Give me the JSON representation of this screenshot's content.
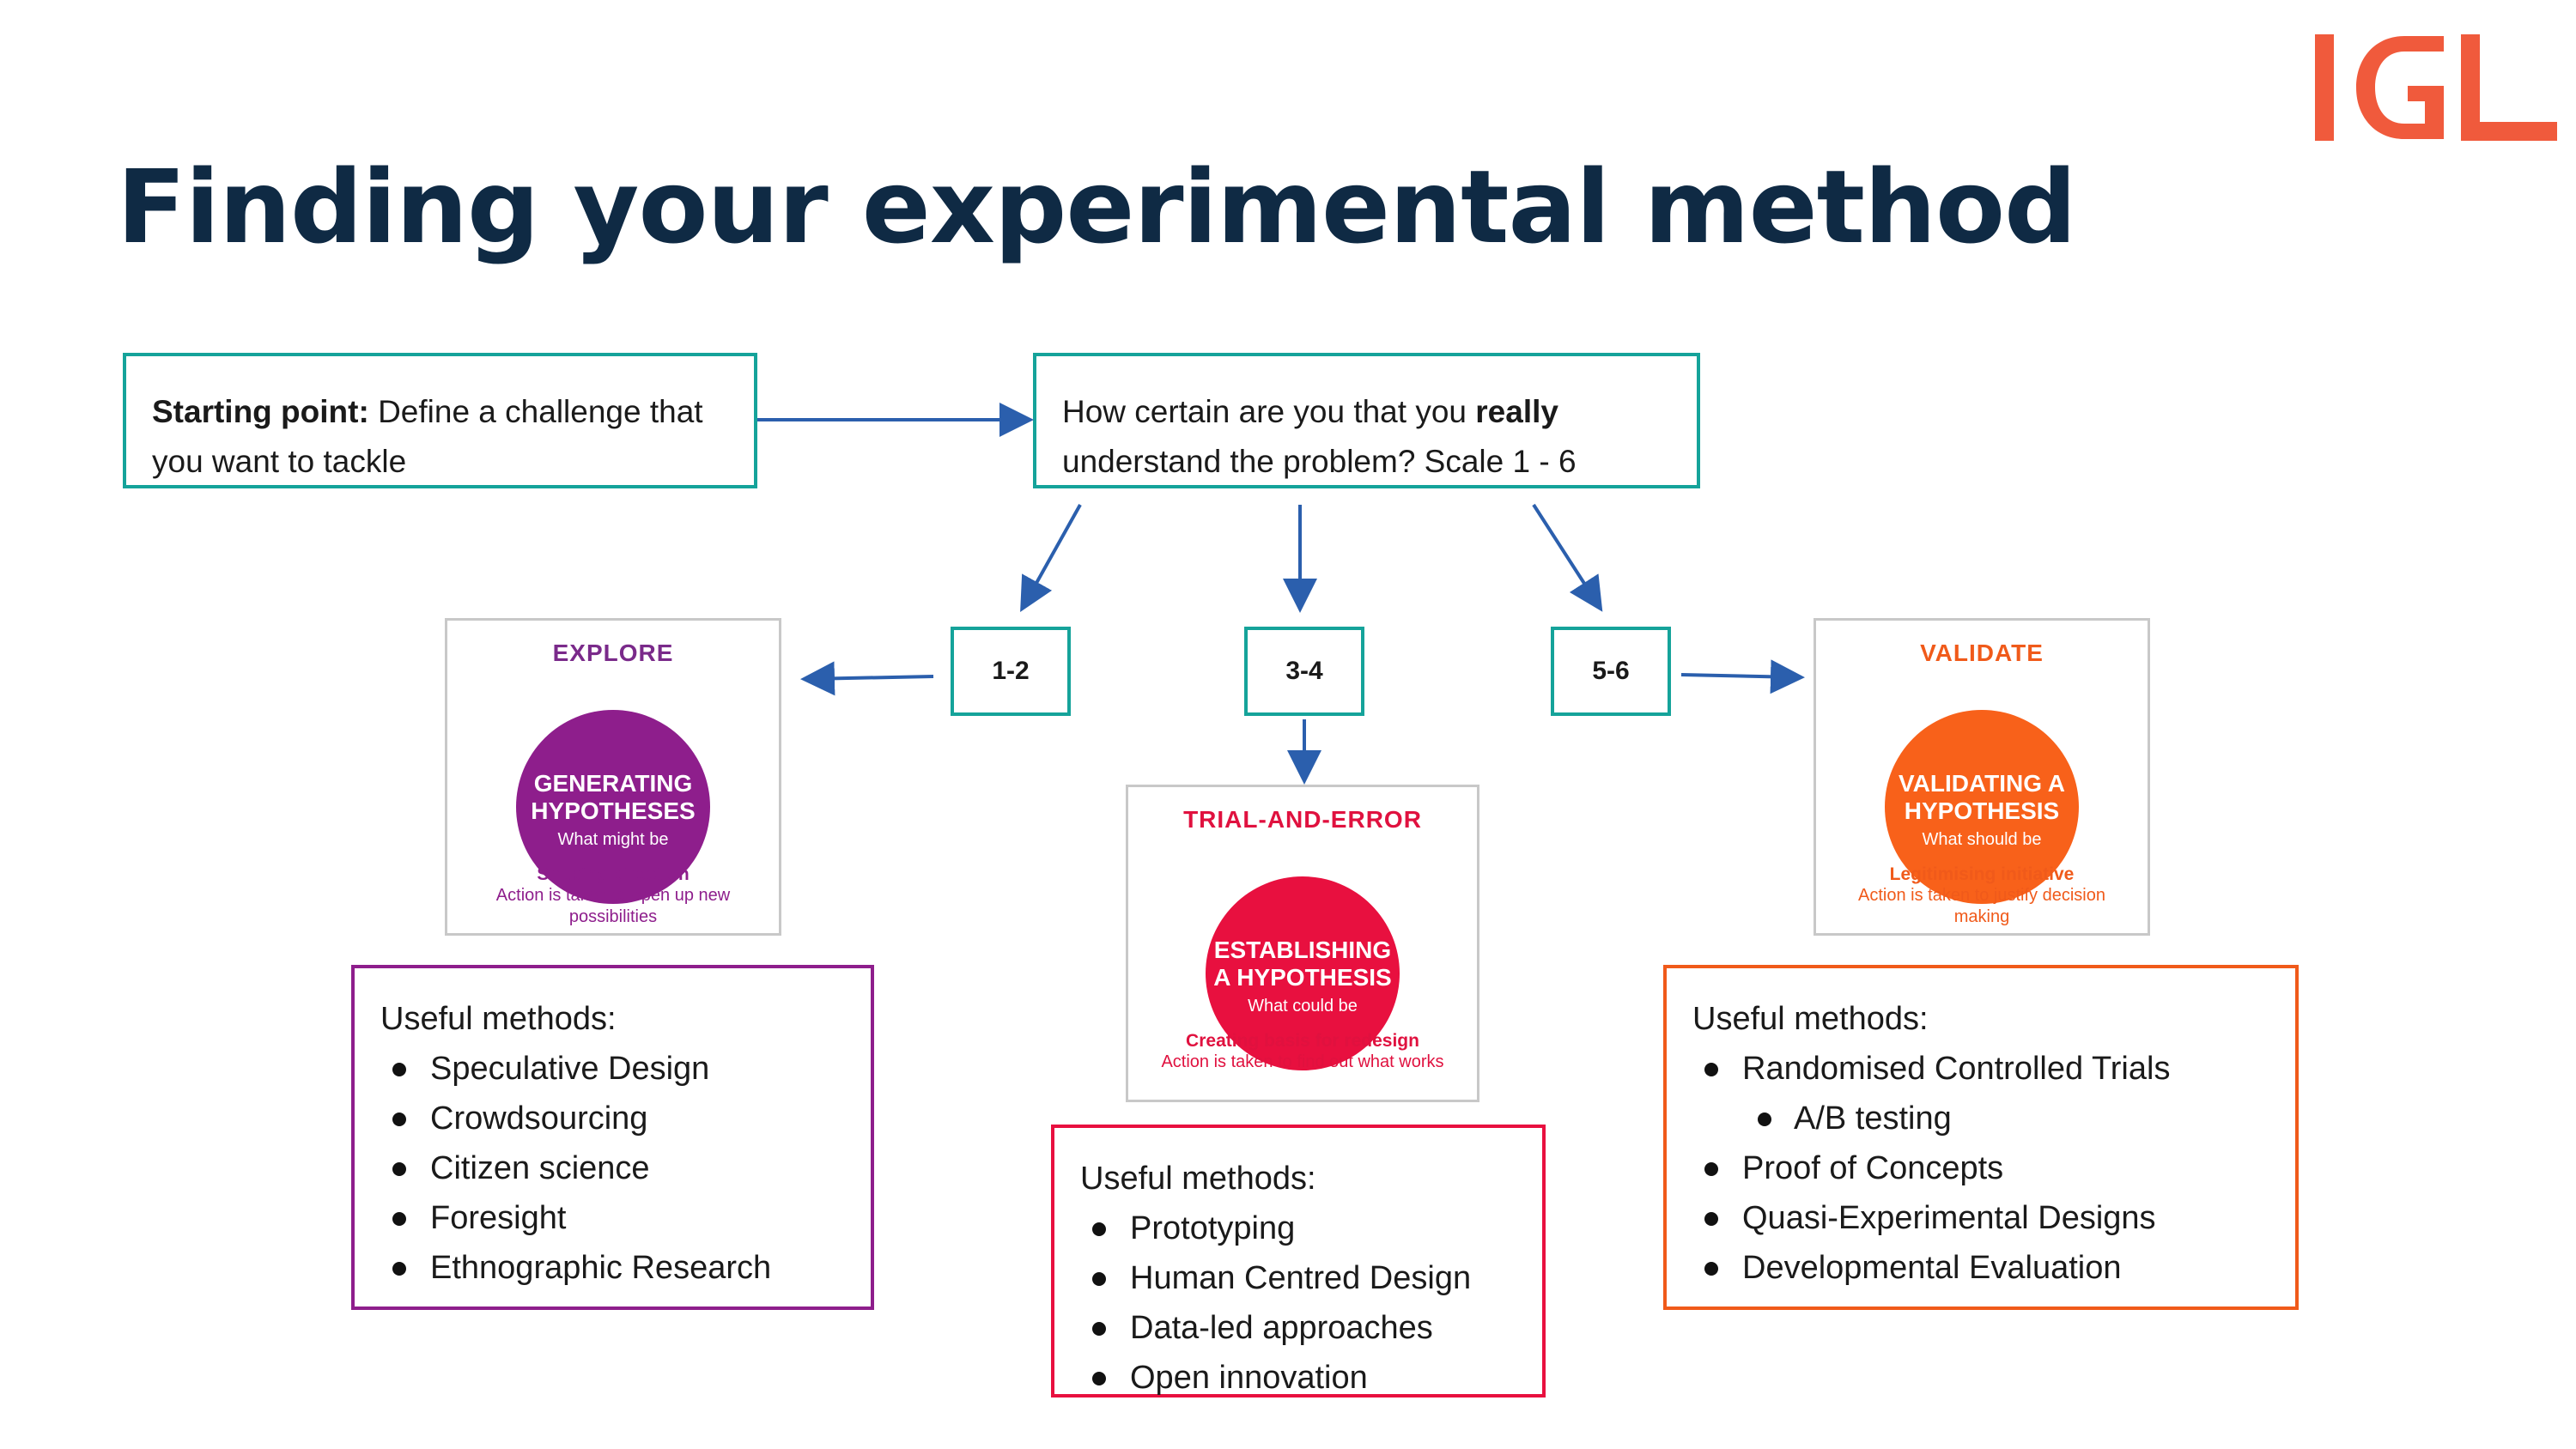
{
  "title": "Finding your experimental method",
  "logo": {
    "text": "IGL",
    "color": "#f05a3c"
  },
  "start_box": {
    "bold": "Starting point:",
    "text": " Define a challenge that you want to tackle"
  },
  "question_box": {
    "text_before": "How certain are you that you ",
    "bold": "really",
    "text_after": " understand the problem? Scale 1 - 6"
  },
  "scales": [
    "1-2",
    "3-4",
    "5-6"
  ],
  "cards": {
    "explore": {
      "heading": "EXPLORE",
      "circle_title": "GENERATING HYPOTHESES",
      "circle_sub": "What might be",
      "caption": "Shaping direction",
      "desc": "Action is taken to open up new possibilities",
      "color": "#8e1e8c"
    },
    "trial": {
      "heading": "TRIAL-AND-ERROR",
      "circle_title": "ESTABLISHING A HYPOTHESIS",
      "circle_sub": "What could be",
      "caption": "Creating basis for redesign",
      "desc": "Action is taken to find out what works",
      "color": "#e8103f"
    },
    "validate": {
      "heading": "VALIDATE",
      "circle_title": "VALIDATING A HYPOTHESIS",
      "circle_sub": "What should be",
      "caption": "Legitimising initiative",
      "desc": "Action is taken to justify decision making",
      "color": "#f8611a"
    }
  },
  "methods": {
    "explore": {
      "title": "Useful methods:",
      "items": [
        "Speculative Design",
        "Crowdsourcing",
        "Citizen science",
        "Foresight",
        "Ethnographic Research"
      ]
    },
    "trial": {
      "title": "Useful methods:",
      "items": [
        "Prototyping",
        "Human Centred Design",
        "Data-led approaches",
        "Open innovation"
      ]
    },
    "validate": {
      "title": "Useful methods:",
      "items": [
        "Randomised Controlled Trials",
        "A/B testing",
        "Proof of Concepts",
        "Quasi-Experimental Designs",
        "Developmental Evaluation"
      ]
    }
  },
  "colors": {
    "title": "#0f2a44",
    "teal": "#15a39a",
    "arrow": "#2b5fad"
  }
}
